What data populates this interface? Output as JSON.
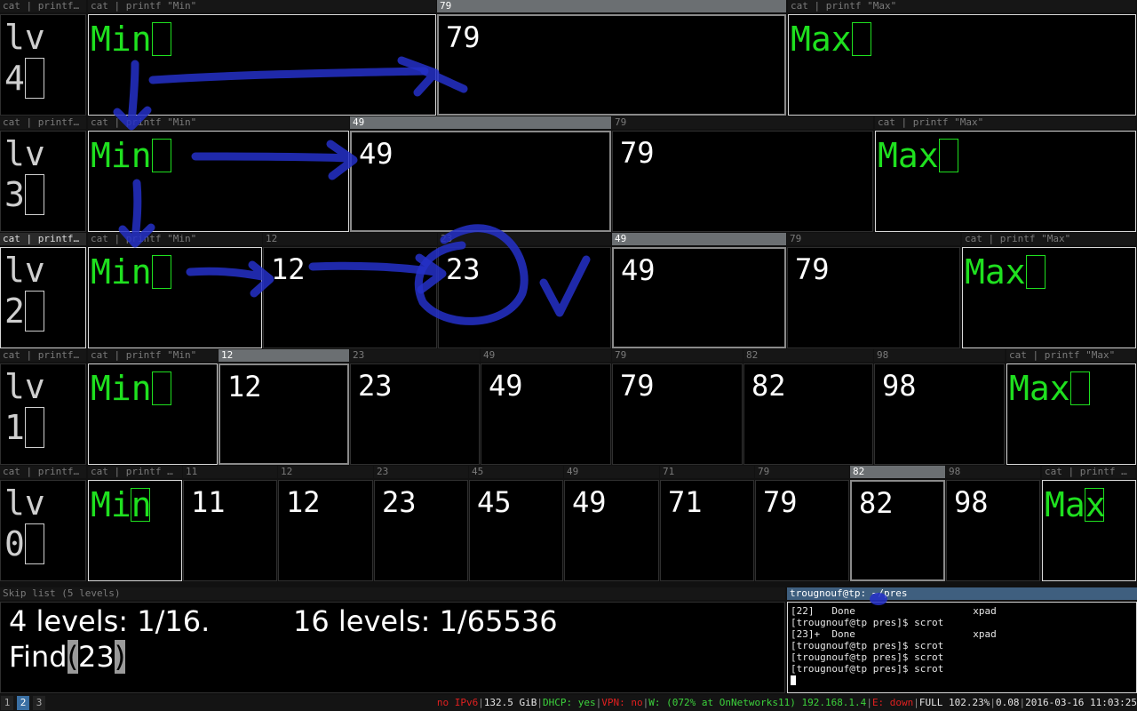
{
  "colors": {
    "accent_green": "#1fe01f",
    "ink_blue": "#2430c8",
    "status_red": "#e02020",
    "status_green": "#3cd23c",
    "tag_selected": "#3a6fa3"
  },
  "level_titles": [
    "cat | printf…",
    "cat | printf…",
    "cat | printf…",
    "cat | printf…",
    "cat | printf…"
  ],
  "lv_text": "lv",
  "min_text": "Min",
  "max_text": "Max",
  "rows": [
    {
      "level": "4",
      "min_title": "cat | printf \"Min\"",
      "max_title": "cat | printf \"Max\"",
      "cells": [
        {
          "title": "79",
          "value": "79",
          "active": true
        }
      ]
    },
    {
      "level": "3",
      "min_title": "cat | printf \"Min\"",
      "max_title": "cat | printf \"Max\"",
      "cells": [
        {
          "title": "49",
          "value": "49",
          "active": true
        },
        {
          "title": "79",
          "value": "79"
        }
      ]
    },
    {
      "level": "2",
      "min_title": "cat | printf \"Min\"",
      "max_title": "cat | printf \"Max\"",
      "cells": [
        {
          "title": "12",
          "value": "12"
        },
        {
          "title": "23",
          "value": "23"
        },
        {
          "title": "49",
          "value": "49",
          "active": true
        },
        {
          "title": "79",
          "value": "79"
        }
      ]
    },
    {
      "level": "1",
      "min_title": "cat | printf \"Min\"",
      "max_title": "cat | printf \"Max\"",
      "cells": [
        {
          "title": "12",
          "value": "12",
          "active": true
        },
        {
          "title": "23",
          "value": "23"
        },
        {
          "title": "49",
          "value": "49"
        },
        {
          "title": "79",
          "value": "79"
        },
        {
          "title": "82",
          "value": "82"
        },
        {
          "title": "98",
          "value": "98"
        }
      ]
    },
    {
      "level": "0",
      "min_title": "cat | printf …",
      "max_title": "cat | printf …",
      "cells": [
        {
          "title": "11",
          "value": "11"
        },
        {
          "title": "12",
          "value": "12"
        },
        {
          "title": "23",
          "value": "23"
        },
        {
          "title": "45",
          "value": "45"
        },
        {
          "title": "49",
          "value": "49"
        },
        {
          "title": "71",
          "value": "71"
        },
        {
          "title": "79",
          "value": "79"
        },
        {
          "title": "82",
          "value": "82",
          "active": true
        },
        {
          "title": "98",
          "value": "98"
        }
      ]
    }
  ],
  "notes": {
    "title": "Skip list (5 levels)",
    "line1a": "4 levels: 1/16.",
    "line1b": "16 levels: 1/65536",
    "find_prefix": "Find",
    "find_paren_open": "(",
    "find_arg": "23",
    "find_paren_close": ")"
  },
  "terminal": {
    "title": "trougnouf@tp: ~/pres",
    "lines": [
      "[22]   Done                    xpad",
      "[trougnouf@tp pres]$ scrot",
      "[23]+  Done                    xpad",
      "[trougnouf@tp pres]$ scrot",
      "[trougnouf@tp pres]$ scrot",
      "[trougnouf@tp pres]$ scrot"
    ]
  },
  "statusbar": {
    "tags": [
      "1",
      "2",
      "3"
    ],
    "selected_tag": "2",
    "ipv6": "no IPv6",
    "disk": "132.5 GiB",
    "dhcp": "DHCP: yes",
    "vpn": "VPN: no",
    "wifi": "W: (072% at OnNetworks11) 192.168.1.4",
    "eth": "E: down",
    "battery": "FULL 102.23%",
    "load": "0.08",
    "datetime": "2016-03-16 11:03:25"
  }
}
